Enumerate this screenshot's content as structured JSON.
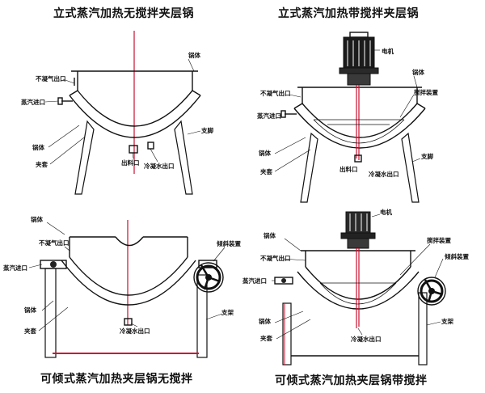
{
  "colors": {
    "line": "#111111",
    "accent": "#c8102e",
    "background": "#ffffff"
  },
  "titles": {
    "top_left": "立式蒸汽加热无搅拌夹层锅",
    "top_right": "立式蒸汽加热带搅拌夹层锅",
    "bottom_left": "可倾式蒸汽加热夹层锅无搅拌",
    "bottom_right": "可倾式蒸汽加热夹层锅带搅拌"
  },
  "labels": {
    "pot_body": "锅体",
    "exhaust": "不凝气出口",
    "steam_in": "蒸汽进口",
    "bracket": "锅体",
    "jacket": "夹套",
    "discharge": "出料口",
    "condensate": "冷凝水出口",
    "leg": "支脚",
    "motor": "电机",
    "stirrer": "搅拌装置",
    "tilt": "倾斜装置",
    "support": "支架"
  }
}
